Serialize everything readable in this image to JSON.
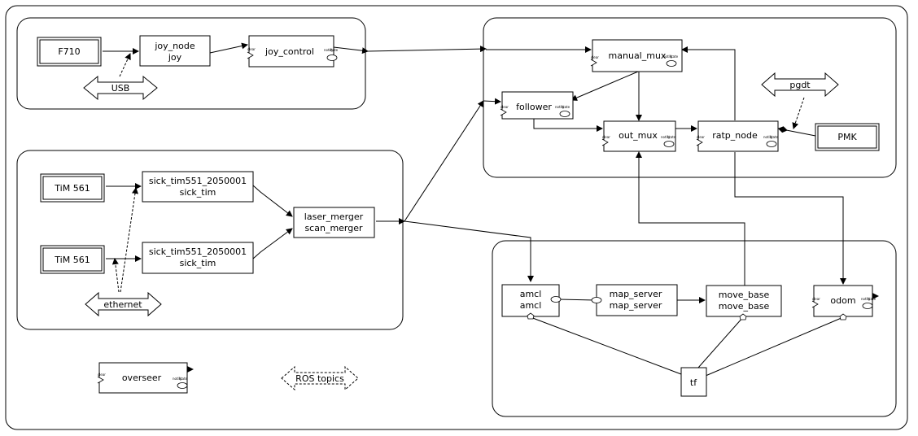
{
  "devices": {
    "f710": "F710",
    "tim_a": "TiM 561",
    "tim_b": "TiM 561",
    "pmk": "PMK"
  },
  "buses": {
    "usb": "USB",
    "ethernet": "ethernet",
    "pgdt": "pgdt",
    "ros_topics": "ROS topics"
  },
  "nodes": {
    "joy_node": [
      "joy_node",
      "joy"
    ],
    "joy_control": [
      "joy_control"
    ],
    "sick_a": [
      "sick_tim551_2050001",
      "sick_tim"
    ],
    "sick_b": [
      "sick_tim551_2050001",
      "sick_tim"
    ],
    "laser_merger": [
      "laser_merger",
      "scan_merger"
    ],
    "manual_mux": [
      "manual_mux"
    ],
    "follower": [
      "follower"
    ],
    "out_mux": [
      "out_mux"
    ],
    "ratp_node": [
      "ratp_node"
    ],
    "amcl": [
      "amcl",
      "amcl"
    ],
    "map_server": [
      "map_server",
      "map_server"
    ],
    "move_base": [
      "move_base",
      "move_base"
    ],
    "odom": [
      "odom"
    ],
    "overseer": [
      "overseer"
    ],
    "tf": [
      "tf"
    ]
  },
  "port_labels": {
    "clear": "clear",
    "notify": "notify",
    "state": "state"
  }
}
